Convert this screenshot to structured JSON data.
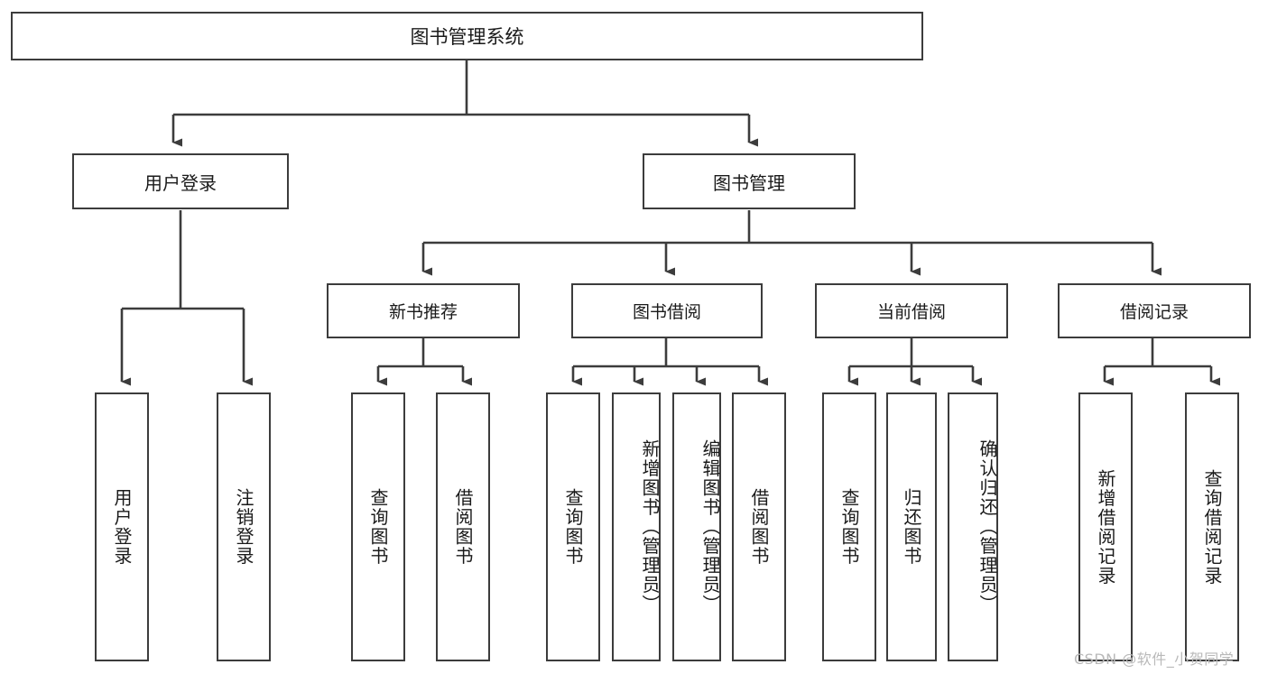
{
  "diagram": {
    "title": "图书管理系统",
    "type": "hierarchy-tree",
    "root": {
      "label": "图书管理系统"
    },
    "level2": [
      {
        "label": "用户登录"
      },
      {
        "label": "图书管理"
      }
    ],
    "level3": [
      {
        "label": "新书推荐"
      },
      {
        "label": "图书借阅"
      },
      {
        "label": "当前借阅"
      },
      {
        "label": "借阅记录"
      }
    ],
    "leaves": {
      "user_login": [
        {
          "label": "用户登录"
        },
        {
          "label": "注销登录"
        }
      ],
      "new_book": [
        {
          "label": "查询图书"
        },
        {
          "label": "借阅图书"
        }
      ],
      "book_borrow": [
        {
          "label": "查询图书"
        },
        {
          "label": "新增图书（管理员）"
        },
        {
          "label": "编辑图书（管理员）"
        },
        {
          "label": "借阅图书"
        }
      ],
      "current_borrow": [
        {
          "label": "查询图书"
        },
        {
          "label": "归还图书"
        },
        {
          "label": "确认归还（管理员）"
        }
      ],
      "borrow_record": [
        {
          "label": "新增借阅记录"
        },
        {
          "label": "查询借阅记录"
        }
      ]
    }
  },
  "watermark": {
    "text": "CSDN @软件_小贺同学"
  },
  "colors": {
    "stroke": "#3c3c3c",
    "fill": "#ffffff",
    "text": "#1a1a1a",
    "watermark": "#b9b9b9"
  }
}
